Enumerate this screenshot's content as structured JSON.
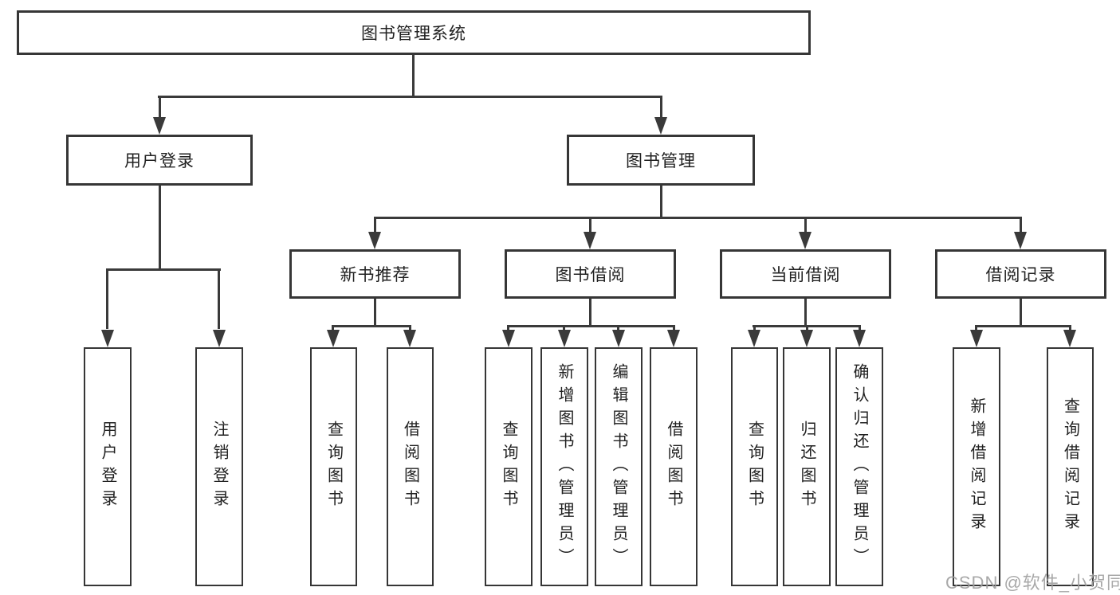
{
  "diagram_type": "hierarchy-tree",
  "watermark": "CSDN @软件_小贺同学",
  "colors": {
    "background": "#ffffff",
    "box_border": "#363636",
    "connector_line": "#3a3a3a",
    "text": "#212121",
    "watermark_text": "#9e9e9e"
  },
  "tree": {
    "label": "图书管理系统",
    "children": [
      {
        "label": "用户登录",
        "children": [
          {
            "label": "用户登录"
          },
          {
            "label": "注销登录"
          }
        ]
      },
      {
        "label": "图书管理",
        "children": [
          {
            "label": "新书推荐",
            "children": [
              {
                "label": "查询图书"
              },
              {
                "label": "借阅图书"
              }
            ]
          },
          {
            "label": "图书借阅",
            "children": [
              {
                "label": "查询图书"
              },
              {
                "label": "新增图书（管理员）"
              },
              {
                "label": "编辑图书（管理员）"
              },
              {
                "label": "借阅图书"
              }
            ]
          },
          {
            "label": "当前借阅",
            "children": [
              {
                "label": "查询图书"
              },
              {
                "label": "归还图书"
              },
              {
                "label": "确认归还（管理员）"
              }
            ]
          },
          {
            "label": "借阅记录",
            "children": [
              {
                "label": "新增借阅记录"
              },
              {
                "label": "查询借阅记录"
              }
            ]
          }
        ]
      }
    ]
  }
}
